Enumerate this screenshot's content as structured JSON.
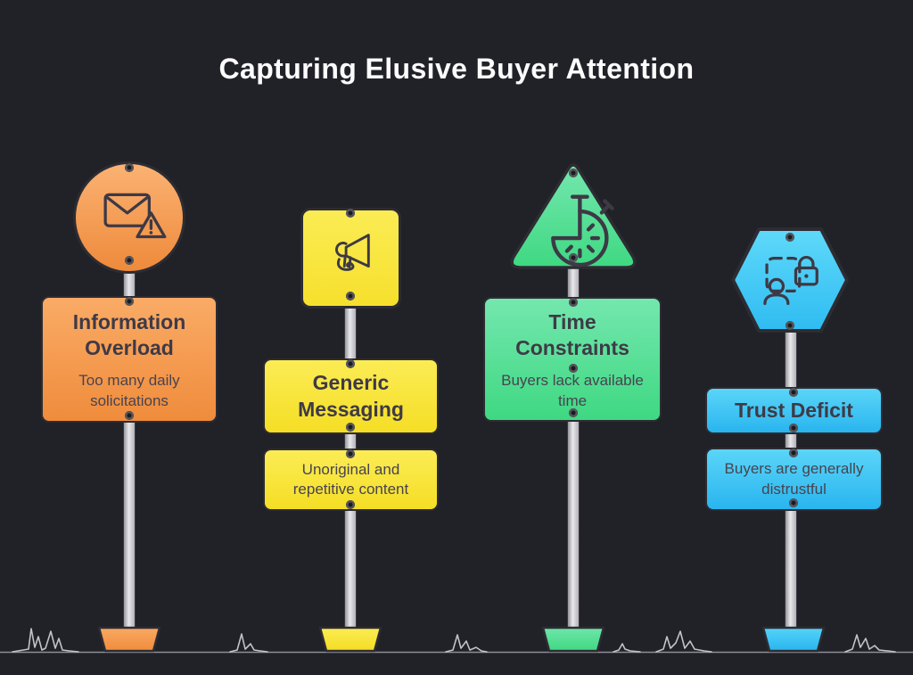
{
  "title": "Capturing Elusive Buyer Attention",
  "posts": [
    {
      "id": "information-overload",
      "shape": "circle",
      "icon": "email-alert-icon",
      "accent_color": "#F59A4E",
      "title": "Information Overload",
      "subtitle": "Too many daily solicitations"
    },
    {
      "id": "generic-messaging",
      "shape": "square",
      "icon": "megaphone-icon",
      "accent_color": "#F8E53C",
      "title": "Generic Messaging",
      "subtitle": "Unoriginal and repetitive content"
    },
    {
      "id": "time-constraints",
      "shape": "triangle",
      "icon": "stopwatch-icon",
      "accent_color": "#55DF96",
      "title": "Time Constraints",
      "subtitle": "Buyers lack available time"
    },
    {
      "id": "trust-deficit",
      "shape": "hexagon",
      "icon": "person-lock-icon",
      "accent_color": "#3BC3F3",
      "title": "Trust Deficit",
      "subtitle": "Buyers are generally distrustful"
    }
  ],
  "colors": {
    "background": "#212128",
    "title_text": "#FFFFFF",
    "sign_text": "#3E3A46",
    "pole": "#C9C9CD",
    "ground_line": "#8E8E95"
  }
}
